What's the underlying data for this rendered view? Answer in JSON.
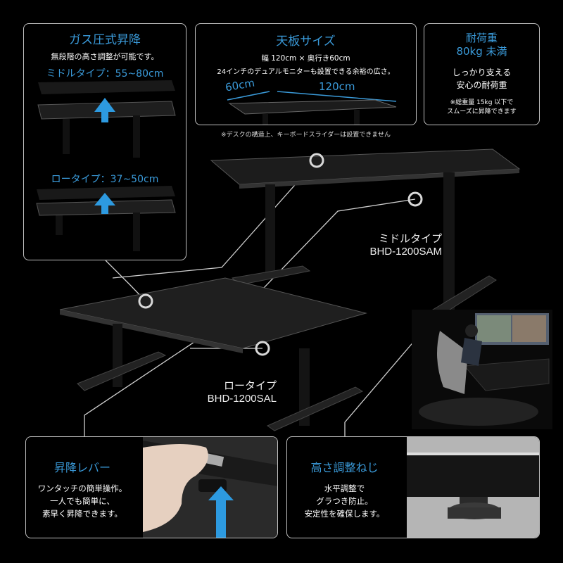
{
  "gas_lift": {
    "title": "ガス圧式昇降",
    "subtitle": "無段階の高さ調整が可能です。",
    "middle_range": "ミドルタイプ：55~80cm",
    "low_range": "ロータイプ：37~50cm"
  },
  "tabletop": {
    "title": "天板サイズ",
    "line1": "幅 120cm × 奥行き60cm",
    "line2": "24インチのデュアルモニターも設置できる余裕の広さ。",
    "depth_label": "60cm",
    "width_label": "120cm",
    "note": "※デスクの構造上、キーボードスライダーは設置できません"
  },
  "load": {
    "title_line1": "耐荷重",
    "title_line2": "80kg 未満",
    "body_line1": "しっかり支える",
    "body_line2": "安心の耐荷重",
    "note_line1": "※総重量 15kg 以下で",
    "note_line2": "スムーズに昇降できます"
  },
  "models": {
    "middle_name": "ミドルタイプ",
    "middle_code": "BHD-1200SAM",
    "low_name": "ロータイプ",
    "low_code": "BHD-1200SAL"
  },
  "lever": {
    "title": "昇降レバー",
    "line1": "ワンタッチの簡単操作。",
    "line2": "一人でも簡単に、",
    "line3": "素早く昇降できます。"
  },
  "screw": {
    "title": "高さ調整ねじ",
    "line1": "水平調整で",
    "line2": "グラつき防止。",
    "line3": "安定性を確保します。"
  },
  "colors": {
    "accent": "#3a9ad9",
    "background": "#000000",
    "border": "#bfbfbf"
  }
}
